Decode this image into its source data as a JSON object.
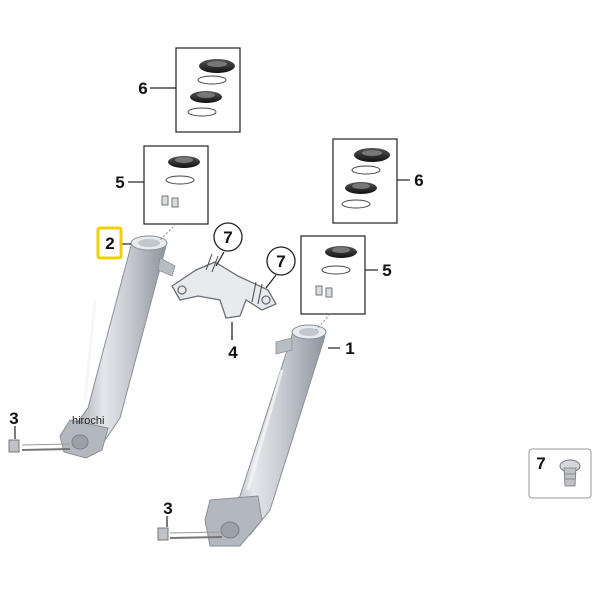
{
  "diagram": {
    "callouts": {
      "left_fork_tube": "2",
      "right_fork_tube": "1",
      "bracket": "4",
      "left_upper_bearing": "6",
      "left_lower_bearing": "5",
      "right_upper_bearing": "6",
      "right_lower_bearing": "5",
      "bolt_top": "7",
      "bolt_right": "7",
      "left_axle_screw": "3",
      "right_axle_screw": "3",
      "inset_screw": "7"
    },
    "watermark": "hirochi",
    "highlight_color": "#f2d000",
    "tube_color": "#c7cbd2"
  }
}
